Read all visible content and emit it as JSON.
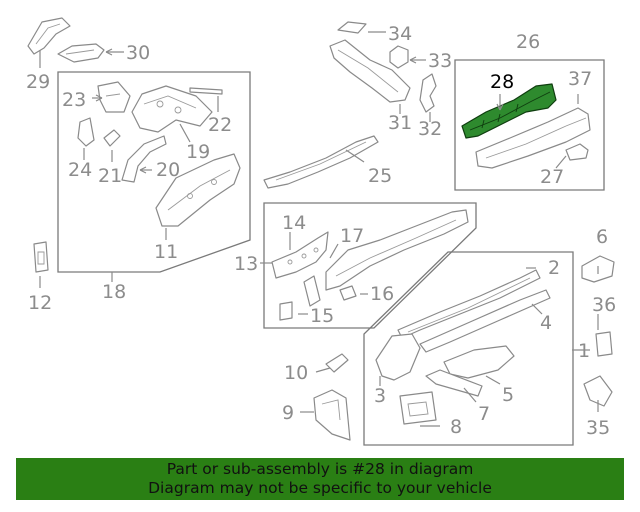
{
  "diagram": {
    "highlighted_part": "28",
    "callouts": [
      "1",
      "2",
      "3",
      "4",
      "5",
      "6",
      "7",
      "8",
      "9",
      "10",
      "11",
      "12",
      "13",
      "14",
      "15",
      "16",
      "17",
      "18",
      "19",
      "20",
      "21",
      "22",
      "23",
      "24",
      "25",
      "26",
      "27",
      "28",
      "29",
      "30",
      "31",
      "32",
      "33",
      "34",
      "35",
      "36",
      "37"
    ],
    "colors": {
      "highlight_fill": "#2e8a2e",
      "outline": "#8a8a8a",
      "banner": "#2a7f14"
    }
  },
  "banner": {
    "line1": "Part or sub-assembly is #28 in diagram",
    "line2": "Diagram may not be specific to your vehicle"
  }
}
